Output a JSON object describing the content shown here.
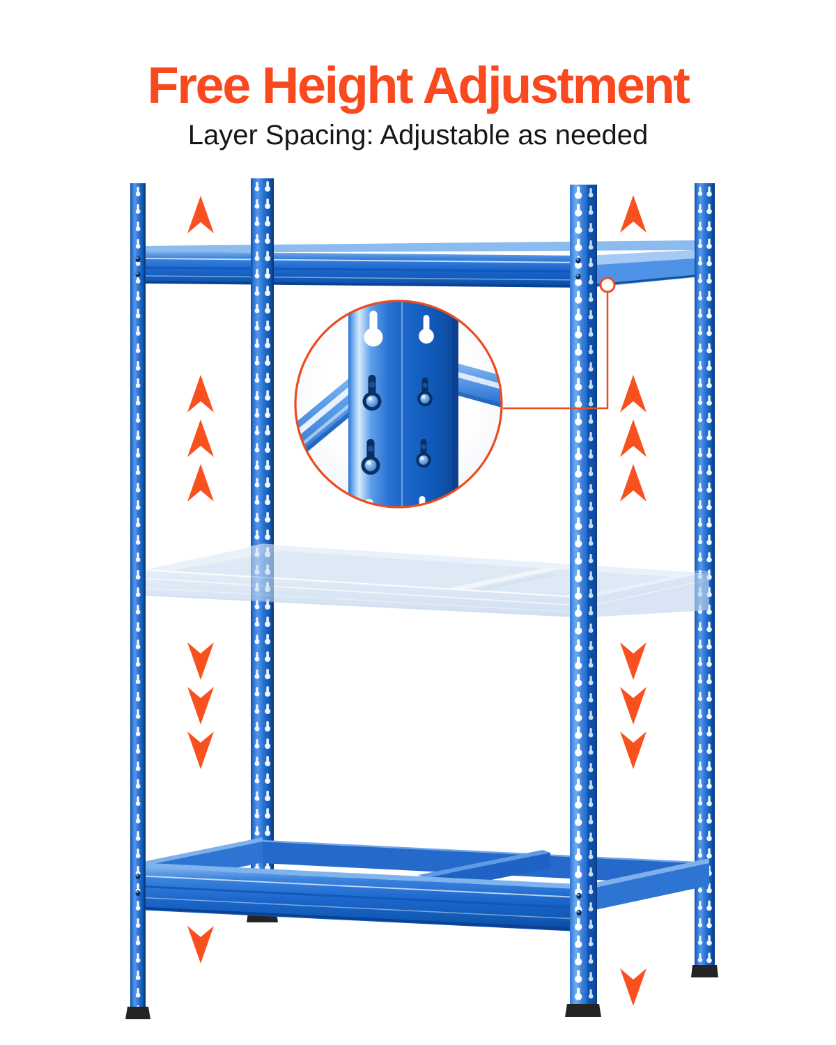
{
  "page": {
    "background_color": "#FFFFFF",
    "type": "product-feature-graphic"
  },
  "header": {
    "title": "Free Height Adjustment",
    "subtitle": "Layer Spacing: Adjustable as needed",
    "title_color": "#F8491F",
    "subtitle_color": "#161616"
  },
  "illustration": {
    "subject": "boltless-rivet-steel-shelving-unit-3-tier",
    "colors": {
      "frame_blue": "#1C66CC",
      "frame_blue_light": "#5E9FEA",
      "frame_blue_dark": "#0A4498",
      "slot_white": "#FFFFFF",
      "ghost_shelf_blue": "#CFE0F3",
      "foot_cap": "#242424",
      "annotation_orange": "#F8511F",
      "callout_ring_orange": "#EB4B1E"
    },
    "shelves": [
      {
        "position": "top",
        "state": "installed"
      },
      {
        "position": "middle",
        "state": "ghost-preview-adjustable"
      },
      {
        "position": "bottom",
        "state": "installed"
      }
    ],
    "callout": {
      "type": "magnifier-circle",
      "shows": "keyhole-slots-and-rivet-connection",
      "ring_color": "#EB4B1E"
    },
    "arrows": [
      {
        "area": "upper-left",
        "direction": "up",
        "count": 1
      },
      {
        "area": "upper-right",
        "direction": "up",
        "count": 1
      },
      {
        "area": "middle-left",
        "direction": "up",
        "count": 3
      },
      {
        "area": "middle-right",
        "direction": "up",
        "count": 3
      },
      {
        "area": "lower-left",
        "direction": "down",
        "count": 3
      },
      {
        "area": "lower-right",
        "direction": "down",
        "count": 3
      },
      {
        "area": "bottom-left",
        "direction": "down",
        "count": 1
      },
      {
        "area": "bottom-right",
        "direction": "down",
        "count": 1
      }
    ]
  }
}
